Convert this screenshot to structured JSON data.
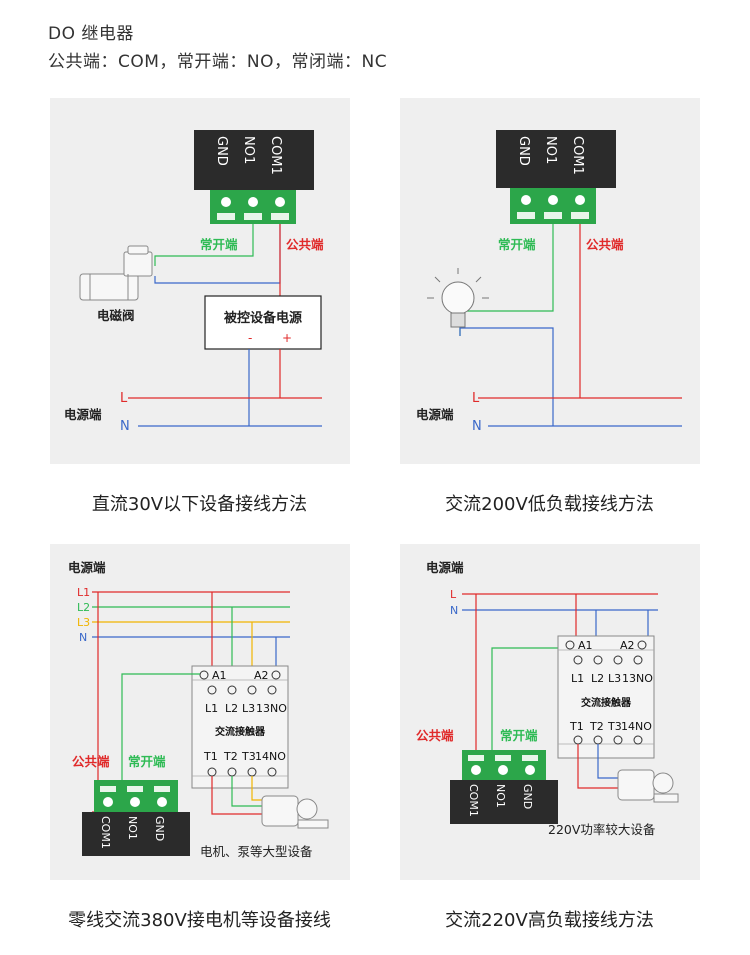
{
  "header": {
    "line1": "DO 继电器",
    "line2": "公共端：COM，常开端：NO，常闭端：NC"
  },
  "colors": {
    "red": "#e02a2a",
    "blue": "#3a68c9",
    "green": "#2fbb55",
    "yellow": "#f0b400",
    "terminal_green": "#2ca64a",
    "relay_block": "#2b2b2b",
    "panel_bg": "#efefef"
  },
  "common": {
    "pins": [
      "GND",
      "NO1",
      "COM1"
    ],
    "pins_rev": [
      "COM1",
      "NO1",
      "GND"
    ],
    "no_label": "常开端",
    "com_label": "公共端",
    "power_label": "电源端",
    "L": "L",
    "N": "N",
    "contactor": {
      "title": "交流接触器",
      "a1": "A1",
      "a2": "A2",
      "row1": [
        "L1",
        "L2",
        "L3",
        "13NO"
      ],
      "row2": [
        "T1",
        "T2",
        "T3",
        "14NO"
      ]
    }
  },
  "panel1": {
    "valve_label": "电磁阀",
    "device_label": "被控设备电源",
    "minus": "-",
    "plus": "+",
    "caption": "直流30V以下设备接线方法"
  },
  "panel2": {
    "caption": "交流200V低负载接线方法"
  },
  "panel3": {
    "lines": [
      "L1",
      "L2",
      "L3",
      "N"
    ],
    "device_label": "电机、泵等大型设备",
    "caption": "零线交流380V接电机等设备接线"
  },
  "panel4": {
    "device_label": "220V功率较大设备",
    "caption": "交流220V高负载接线方法"
  }
}
